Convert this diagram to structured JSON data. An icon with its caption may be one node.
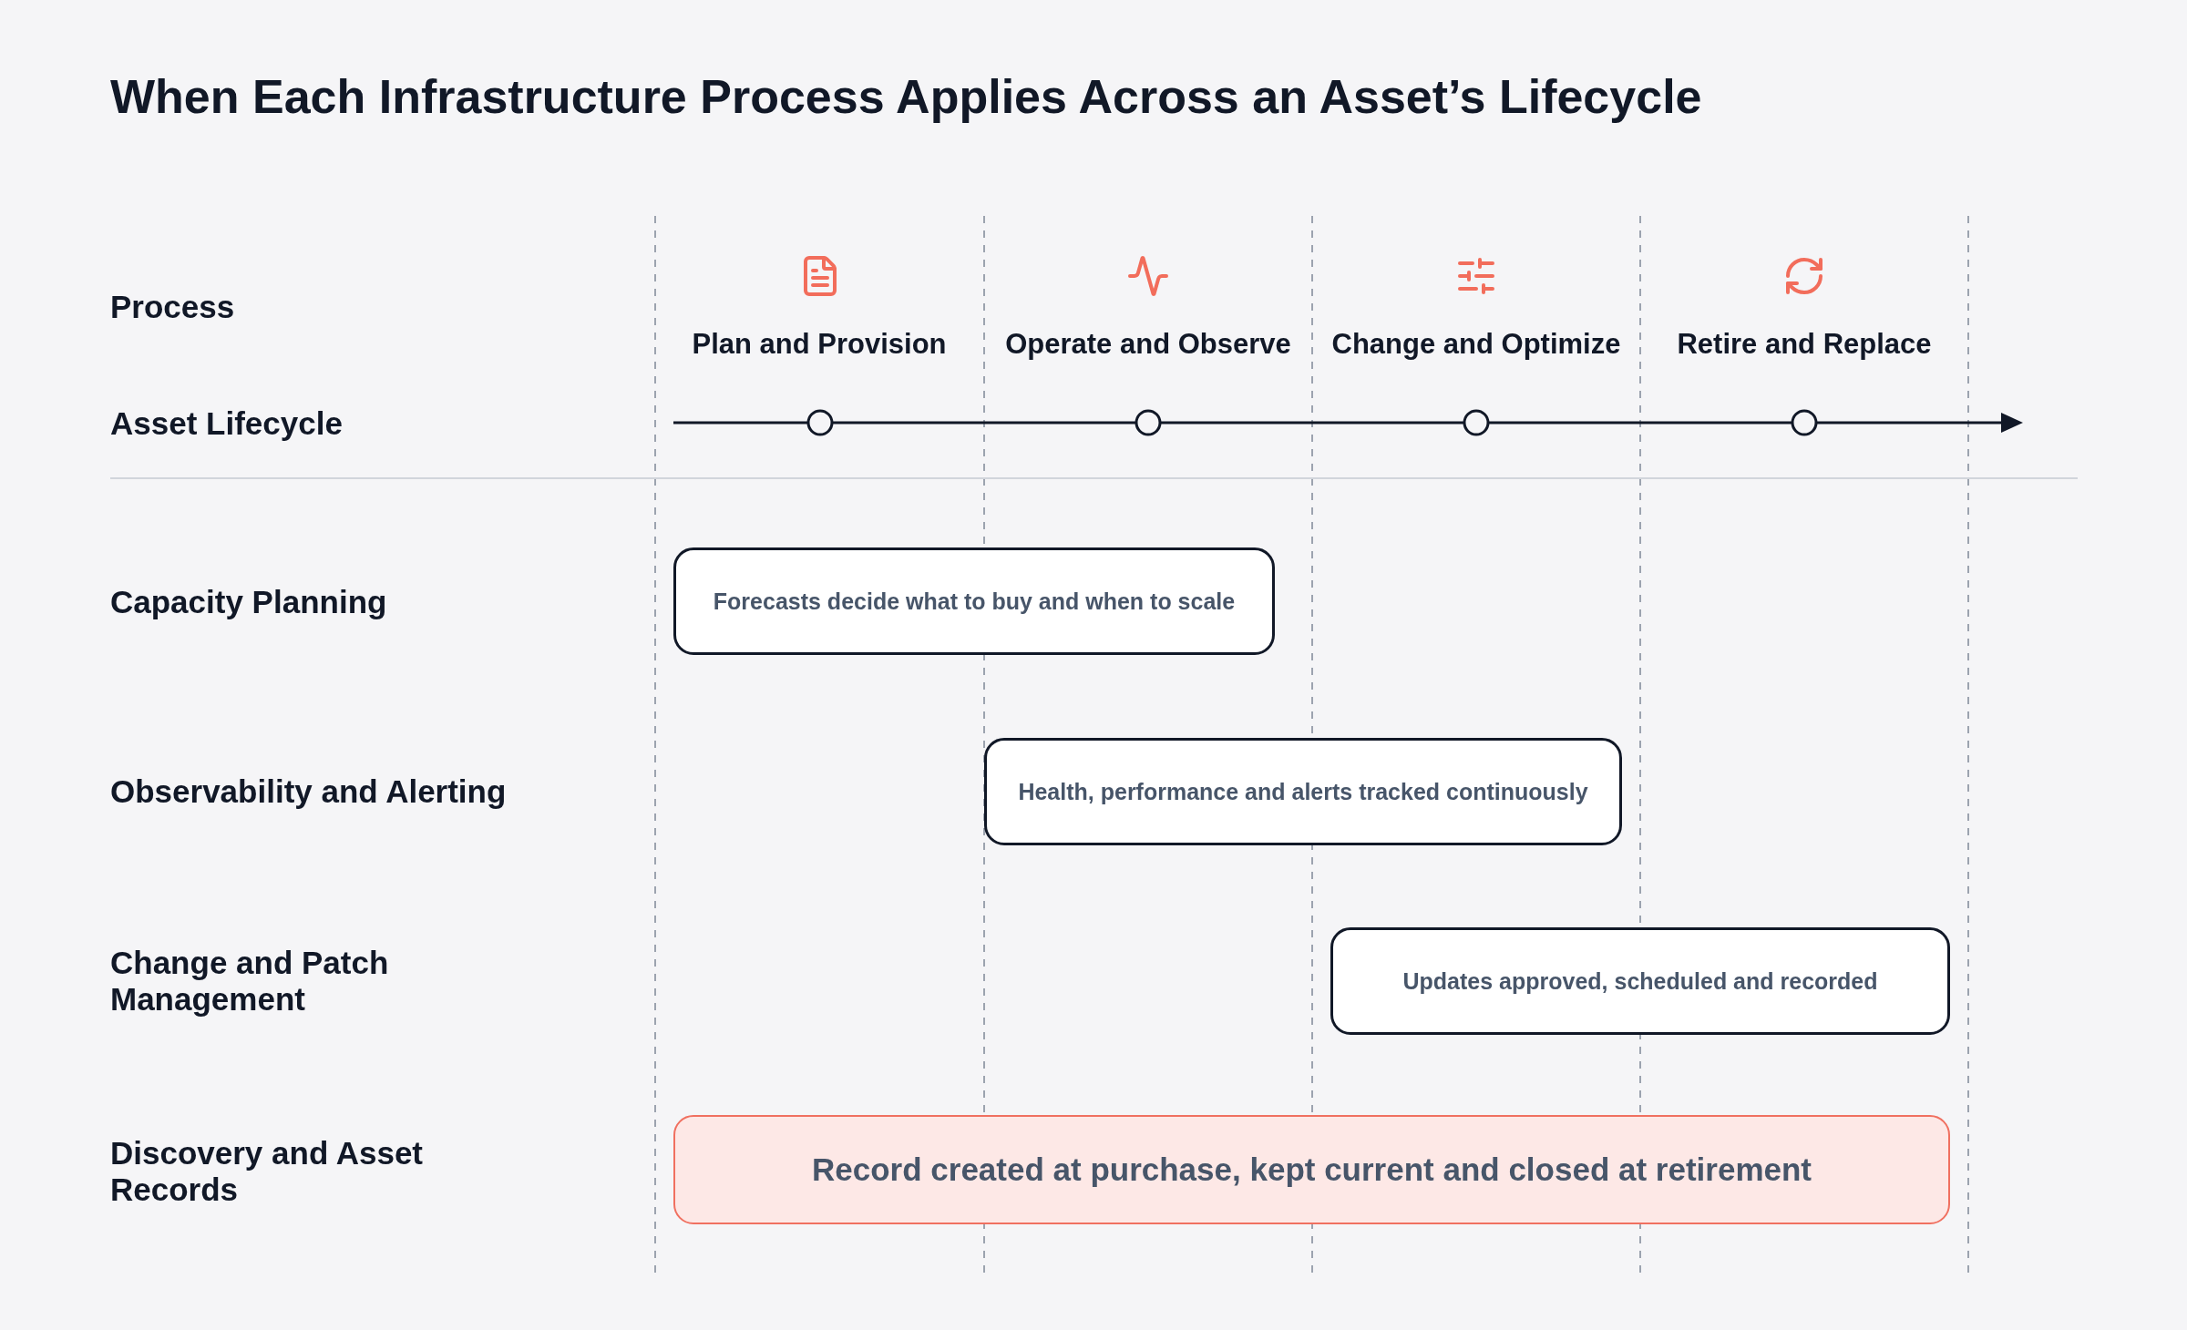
{
  "diagram": {
    "title": "When Each Infrastructure Process Applies Across an Asset’s Lifecycle",
    "nodes": [
      {
        "text": [
          "Forecasts decide what to buy and when to scale"
        ]
      },
      {
        "text": [
          "Health, performance and alerts tracked continuously"
        ]
      },
      {
        "text": [
          "Updates approved, scheduled and recorded"
        ]
      },
      {
        "text": [
          "Record created at purchase, kept current and closed at retirement"
        ]
      }
    ],
    "labels": [
      "Process",
      "Plan and Provision",
      "Operate and Observe",
      "Change and Optimize",
      "Retire and Replace",
      "Asset Lifecycle",
      "Capacity Planning",
      "Observability and Alerting",
      "Change and Patch Management",
      "Discovery and Asset Records"
    ]
  }
}
